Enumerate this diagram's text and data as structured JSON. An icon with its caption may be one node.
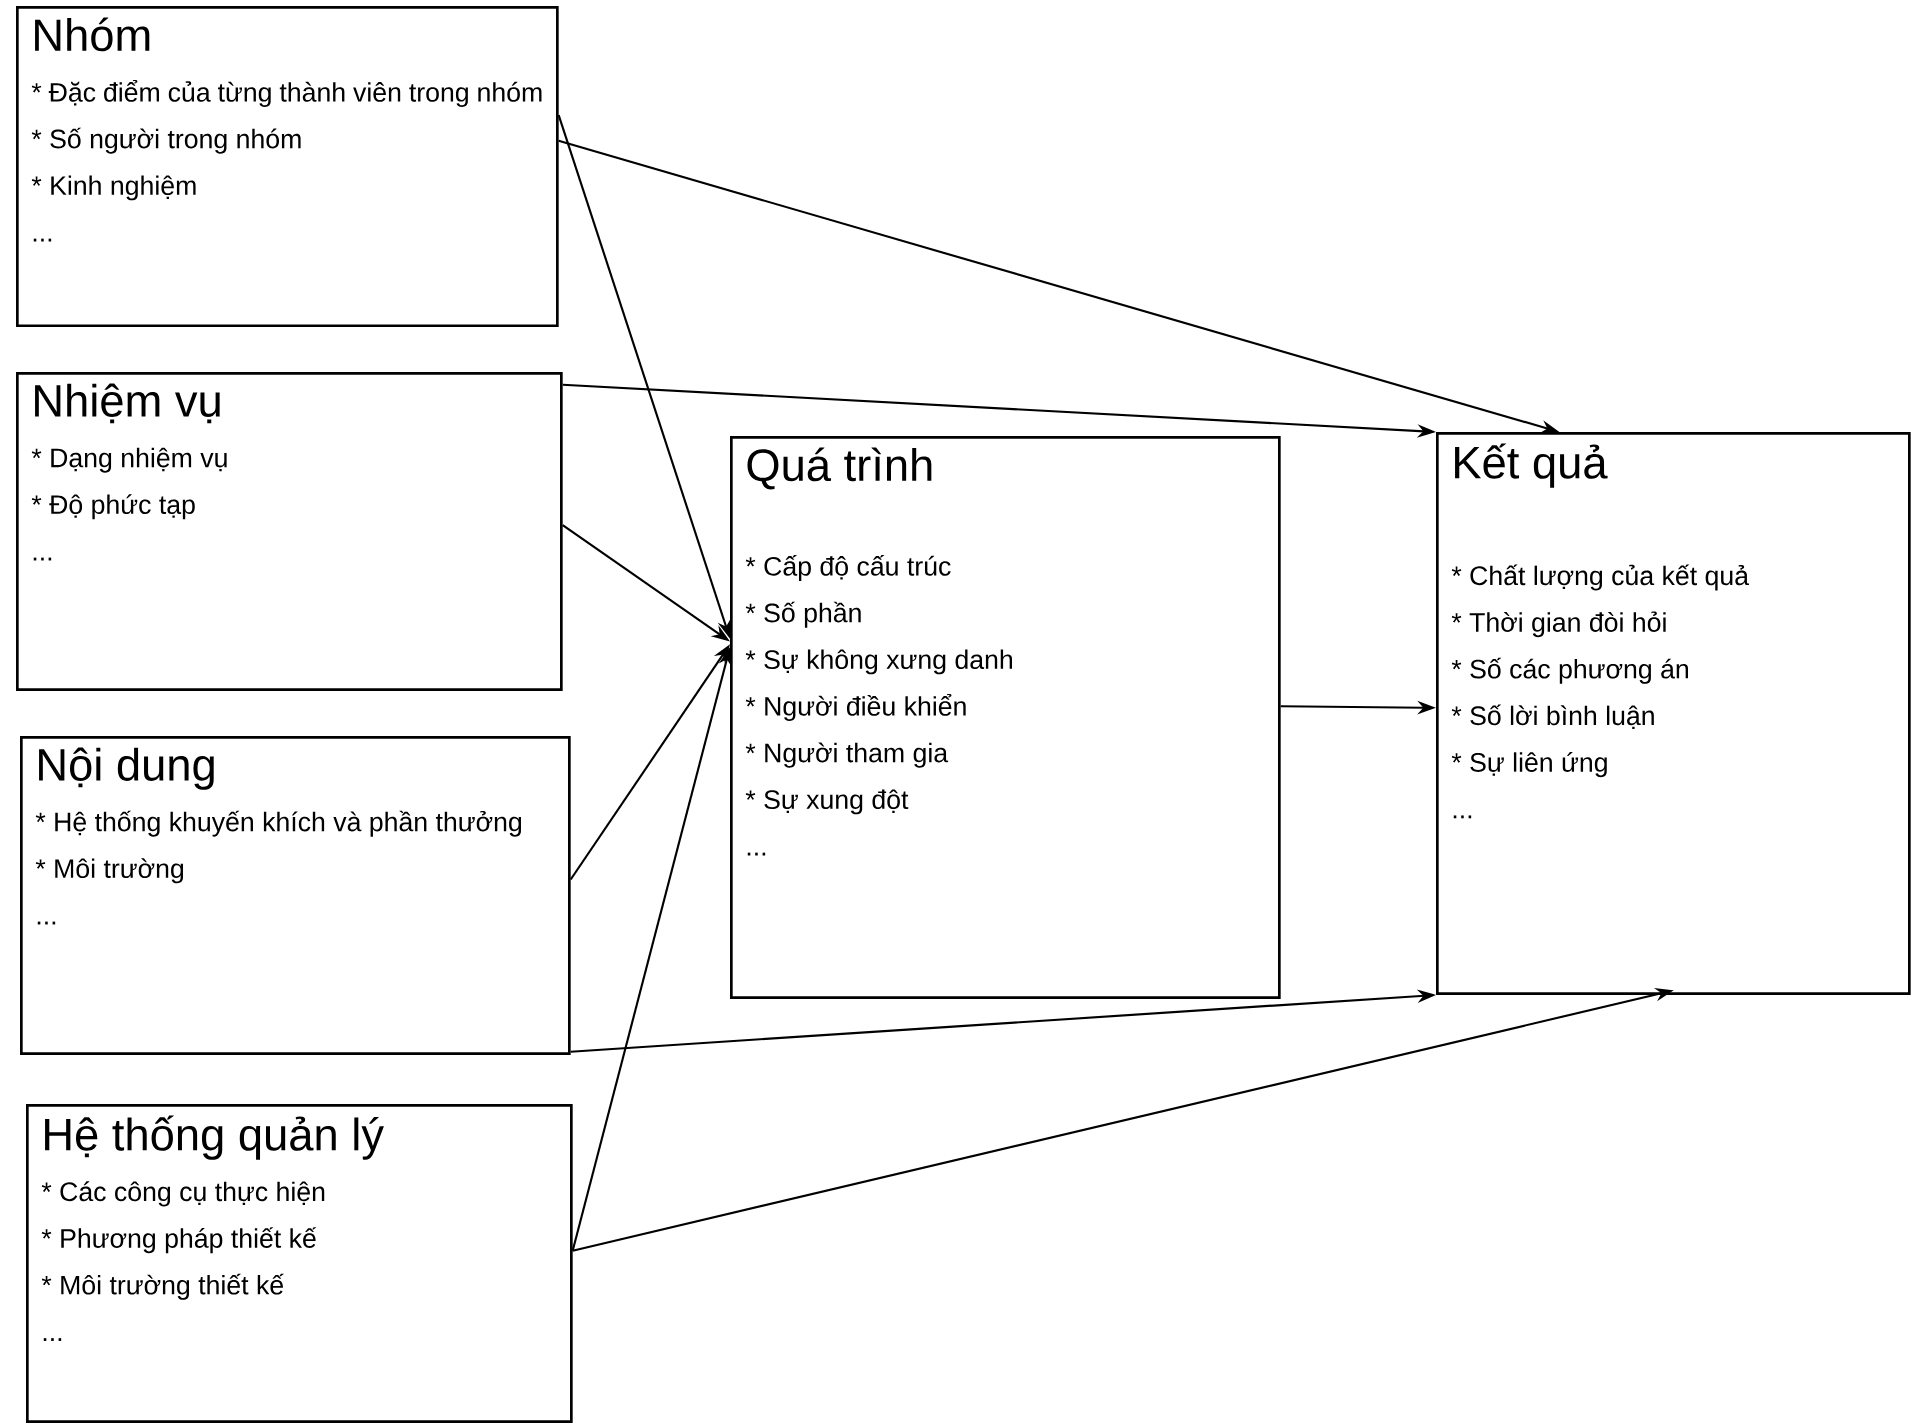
{
  "diagram": {
    "nodes": [
      {
        "text": [
          "Nhóm",
          "* Đặc điểm của từng thành viên trong nhóm",
          "* Số người trong nhóm",
          "* Kinh nghiệm",
          "..."
        ]
      },
      {
        "text": [
          "Nhiệm vụ",
          "* Dạng nhiệm vụ",
          "* Độ phức tạp",
          "..."
        ]
      },
      {
        "text": [
          "Nội dung",
          "* Hệ thống khuyến khích và phần thưởng",
          "* Môi trường",
          "..."
        ]
      },
      {
        "text": [
          "Hệ thống quản lý",
          "* Các công cụ thực hiện",
          "* Phương pháp thiết kế",
          "* Môi trường thiết kế",
          "..."
        ]
      },
      {
        "text": [
          "Quá trình",
          "* Cấp độ cấu trúc",
          "* Số phần",
          "* Sự không xưng danh",
          "* Người điều khiển",
          "* Người tham gia",
          "* Sự xung đột",
          "..."
        ]
      },
      {
        "text": [
          "Kết quả",
          "* Chất lượng của kết quả",
          "* Thời gian đòi hỏi",
          "* Số các phương án",
          "* Số lời bình luận",
          "* Sự liên ứng",
          "..."
        ]
      }
    ],
    "edges": [
      {
        "from": 0,
        "to": 4,
        "arrow": "to"
      },
      {
        "from": 1,
        "to": 4,
        "arrow": "to"
      },
      {
        "from": 2,
        "to": 4,
        "arrow": "to"
      },
      {
        "from": 3,
        "to": 4,
        "arrow": "to"
      },
      {
        "from": 0,
        "to": 5,
        "arrow": "to"
      },
      {
        "from": 1,
        "to": 5,
        "arrow": "to"
      },
      {
        "from": 4,
        "to": 5,
        "arrow": "to"
      },
      {
        "from": 2,
        "to": 5,
        "arrow": "to"
      },
      {
        "from": 3,
        "to": 5,
        "arrow": "to"
      }
    ]
  }
}
